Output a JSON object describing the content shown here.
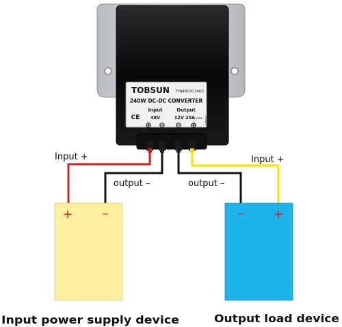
{
  "converter": {
    "brand": "TOBSUN",
    "model": "THJ4812C240Z",
    "title": "240W DC-DC CONVERTER",
    "input_header": "Input",
    "output_header": "Output",
    "input_value": "48V",
    "output_value": "12V 20A",
    "output_value_suffix": "max",
    "ce_mark": "CE",
    "side_code": "150419"
  },
  "wires": {
    "left_plus_label": "Input +",
    "left_minus_label": "output –",
    "right_minus_label": "output –",
    "right_plus_label": "Input +"
  },
  "devices": {
    "input_caption": "Input power supply device",
    "output_caption": "Output load device",
    "plus_symbol": "+",
    "minus_symbol": "–"
  },
  "colors": {
    "input_device": "#fcf09e",
    "output_device": "#1eb3ea",
    "wire_red": "#d21f1f",
    "wire_black": "#111111",
    "wire_yellow": "#f2e200",
    "terminal_mark": "#d2232a"
  }
}
